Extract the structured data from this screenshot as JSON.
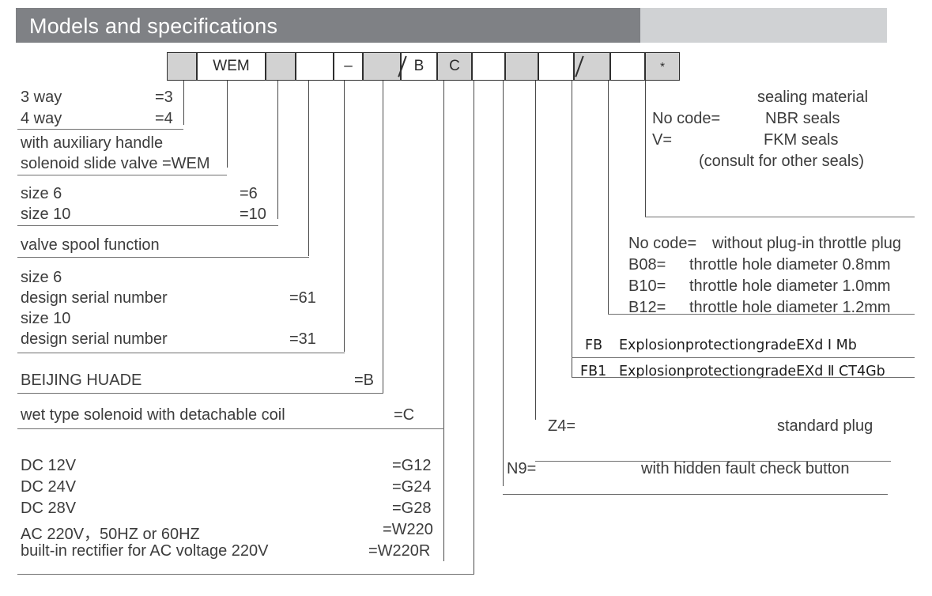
{
  "header": {
    "title": "Models and specifications"
  },
  "code_boxes": [
    {
      "label": "",
      "shaded": true
    },
    {
      "label": "WEM",
      "shaded": false
    },
    {
      "label": "",
      "shaded": true
    },
    {
      "label": "",
      "shaded": false
    },
    {
      "label": "–",
      "shaded": false
    },
    {
      "label": "",
      "shaded": true
    },
    {
      "label": "B",
      "shaded": false
    },
    {
      "label": "C",
      "shaded": true
    },
    {
      "label": "",
      "shaded": false
    },
    {
      "label": "",
      "shaded": true
    },
    {
      "label": "",
      "shaded": false
    },
    {
      "label": "",
      "shaded": true
    },
    {
      "label": "",
      "shaded": false
    },
    {
      "label": "*",
      "shaded": true
    }
  ],
  "left_groups": {
    "ways": {
      "items": [
        {
          "label": "3 way",
          "code": "=3"
        },
        {
          "label": "4 way",
          "code": "=4"
        }
      ]
    },
    "handle": {
      "line1": "with auxiliary handle",
      "line2": "solenoid slide valve =WEM"
    },
    "size": {
      "items": [
        {
          "label": "size 6",
          "code": "=6"
        },
        {
          "label": "size 10",
          "code": "=10"
        }
      ]
    },
    "spool": {
      "label": "valve spool function"
    },
    "design": {
      "items": [
        {
          "label": "size 6",
          "code": ""
        },
        {
          "label": "design serial number",
          "code": "=61"
        },
        {
          "label": "size 10",
          "code": ""
        },
        {
          "label": "design serial number",
          "code": "=31"
        }
      ]
    },
    "brand": {
      "label": "BEIJING  HUADE",
      "code": "=B"
    },
    "solenoid": {
      "label": "wet type solenoid with detachable coil",
      "code": "=C"
    },
    "voltage": {
      "items": [
        {
          "label": "DC 12V",
          "code": "=G12"
        },
        {
          "label": "DC 24V",
          "code": "=G24"
        },
        {
          "label": "DC 28V",
          "code": "=G28"
        },
        {
          "label": "AC 220V，50HZ or 60HZ",
          "code": "=W220"
        },
        {
          "label": "built-in rectifier for AC voltage 220V",
          "code": "=W220R"
        }
      ]
    }
  },
  "right_groups": {
    "sealing": {
      "title": "sealing material",
      "items": [
        {
          "code": "No code=",
          "label": "NBR seals"
        },
        {
          "code": "V=",
          "label": "FKM seals"
        }
      ],
      "note": "(consult for other seals)"
    },
    "throttle": {
      "items": [
        {
          "code": "No code=",
          "label": "without plug-in throttle plug"
        },
        {
          "code": "B08=",
          "label": "throttle hole diameter 0.8mm"
        },
        {
          "code": "B10=",
          "label": "throttle hole diameter 1.0mm"
        },
        {
          "code": "B12=",
          "label": "throttle hole diameter 1.2mm"
        }
      ]
    },
    "explosion": {
      "items": [
        {
          "code": "FB",
          "label": "ExplosionprotectiongradeEXd Ⅰ Mb"
        },
        {
          "code": "FB1",
          "label": "ExplosionprotectiongradeEXd Ⅱ CT4Gb"
        }
      ]
    },
    "plug": {
      "code": "Z4=",
      "label": "standard plug"
    },
    "fault": {
      "code": "N9=",
      "label": "with hidden fault check button"
    }
  }
}
